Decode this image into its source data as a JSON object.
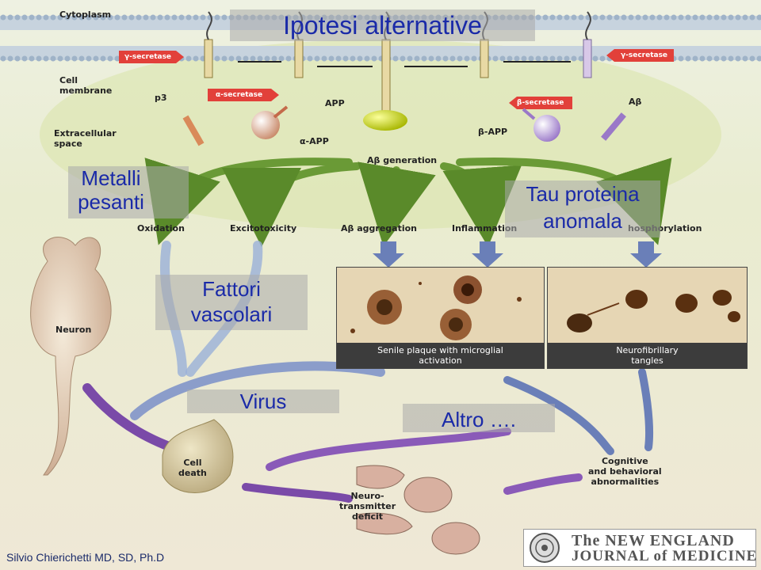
{
  "title": "Ipotesi alternative",
  "overlay_labels": {
    "metalli": "Metalli\npesanti",
    "tau": "Tau proteina\nanomala",
    "fattori": "Fattori\nvascolari",
    "virus": "Virus",
    "altro": "Altro …."
  },
  "diagram_labels": {
    "cytoplasm": "Cytoplasm",
    "cell_membrane": "Cell\nmembrane",
    "extracellular_space": "Extracellular\nspace",
    "gamma_secretase_left": "γ-secretase",
    "gamma_secretase_right": "γ-secretase",
    "alpha_secretase": "α-secretase",
    "beta_secretase": "β-secretase",
    "p3": "p3",
    "app": "APP",
    "alpha_app": "α-APP",
    "beta_app": "β-APP",
    "abeta": "Aβ",
    "abeta_generation": "Aβ generation",
    "oxidation": "Oxidation",
    "excitotoxicity": "Excitotoxicity",
    "abeta_aggregation": "Aβ aggregation",
    "inflammation": "Inflammation",
    "phosphorylation": "hosphorylation",
    "neuron": "Neuron",
    "cell_death": "Cell\ndeath",
    "neurotransmitter_deficit": "Neuro-\ntransmitter\ndeficit",
    "cognitive": "Cognitive\nand behavioral\nabnormalities",
    "senile_plaque": "Senile plaque with microglial\nactivation",
    "neurofibrillary": "Neurofibrillary\ntangles"
  },
  "footer": {
    "author": "Silvio Chierichetti MD, SD, Ph.D",
    "journal_line1": "The NEW ENGLAND",
    "journal_line2": "JOURNAL of MEDICINE"
  },
  "colors": {
    "overlay_text": "#1a2aa8",
    "overlay_box": "#aaaaaa",
    "membrane": "#b7c7d6",
    "green_arrow": "#5a8a2a",
    "blue_arrow": "#6a7fb8",
    "purple_arrow": "#7a4aa8",
    "secretase_red": "#e2403a"
  }
}
